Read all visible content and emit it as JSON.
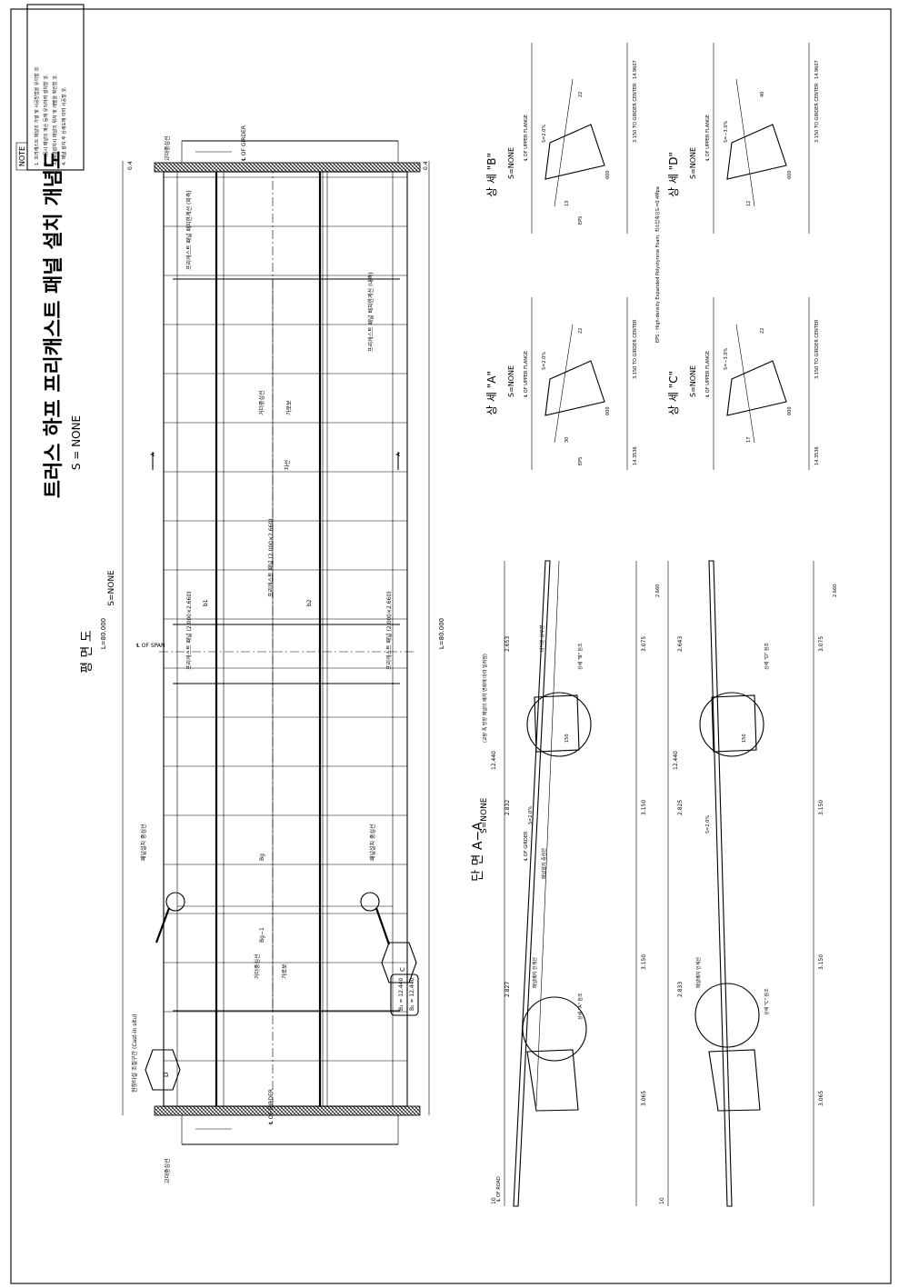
{
  "title": "트러스 하프 프리캐스트 패널 설치 개념도",
  "title_scale": "S = NONE",
  "note": {
    "heading": "NOTE",
    "items": [
      "1. 프리캐스트 패널의 가설 및 시공방법을 유의할 것.",
      "2. 시공시 패널의 파손 등에 유의하여 설치할 것.",
      "3. 패널설치시 패널의 위치 및 레벨을 확인할 것.",
      "4. 패널 설치 후 상세도에 따라 시공할 것."
    ]
  },
  "plan": {
    "title": "평 면 도",
    "scale": "S=NONE",
    "total_length_top": "L=80.000",
    "total_length_bottom": "L=80.000",
    "end_dim_left": "0.4",
    "end_dim_right": "0.4",
    "label_abutment_left": "교대중심선",
    "label_abutment_right": "교대중심선",
    "label_girder_left": "℄ OF GIRDER",
    "label_girder_right": "℄ OF GIRDER",
    "label_span": "℄ OF SPAN",
    "label_section_a": "A",
    "label_panel_a": "프리캐스트 패널 (2.000×2.660)",
    "label_panel_b": "프리캐스트 패널 (2.000×2.660)",
    "label_panel_upper": "프리캐스트 패널 (2.000×2.660)",
    "label_panel_line_1": "프리캐스트 패널 배치한계선 (외측)",
    "label_panel_line_2": "프리캐스트 패널 배치한계선 (내측)",
    "label_girder_center": "거더중심선",
    "label_beam_center": "가로보",
    "label_lane": "차선",
    "label_panel_center_1": "패널설치 중심선",
    "label_panel_center_2": "패널설치 중심선",
    "label_girder_center_2": "거더중심선",
    "label_cross_beam": "가로보",
    "label_cast_in_situ": "현장타설 조절구간 (Cast-in situ)",
    "label_detail_c": "C",
    "label_detail_d": "D",
    "label_bg1": "Bg−1",
    "label_bg2": "Bg",
    "label_b1": "b1",
    "label_b2": "b2",
    "box_line1": "B₁ = 12.440",
    "box_line2": "B₂ = 12.440"
  },
  "section": {
    "title": "단 면 A−A",
    "scale": "S=NONE",
    "sub_note": "(교량 폭 방향 패널의 배치 변화에 따라 달라짐)",
    "width": "12.440",
    "width_2": "12.440",
    "label_cl_road": "℄ OF ROAD",
    "label_cl_girder": "℄ OF GIRDER",
    "slope_1": "S=2.0%",
    "slope_2": "S=2.0%",
    "label_detail_a": "상세 \"A\" 참조",
    "label_detail_b": "상세 \"B\" 참조",
    "label_detail_c": "상세 \"C\" 참조",
    "label_detail_d": "상세 \"D\" 참조",
    "label_panel_limit": "패널배치 한계선",
    "label_panel_limit_2": "패널배치 한계선",
    "label_panel_center": "패널설치 중심선",
    "label_deck_top": "바닥판 상부면",
    "dims_upper": [
      "2.827",
      "2.832",
      "2.653"
    ],
    "dims_lower": [
      "3.065",
      "3.150",
      "3.150",
      "3.075"
    ],
    "dims_upper_2": [
      "2.833",
      "2.825",
      "2.643"
    ],
    "dims_lower_2": [
      "3.065",
      "3.150",
      "3.150",
      "3.075"
    ],
    "end_dim": "10",
    "end_dim_2": "10",
    "small_dim": "150",
    "small_dim_2": "150",
    "side_dim": "2.660",
    "side_dim_2": "2.660"
  },
  "details": [
    {
      "title": "상 세 \"A\"",
      "scale": "S=NONE",
      "slope": "S=2.0%",
      "flange": "℄ OF UPPER FLANGE",
      "dist": "3.150 TO GIRDER CENTER",
      "len": "600",
      "elev": "14.3536",
      "tag": "EPS",
      "n1": "30",
      "n2": "22"
    },
    {
      "title": "상 세 \"B\"",
      "scale": "S=NONE",
      "slope": "S=2.0%",
      "flange": "℄ OF UPPER FLANGE",
      "dist": "3.150 TO GIRDER CENTER",
      "len": "600",
      "elev": "14.9607",
      "tag": "EPS",
      "n1": "13",
      "n2": "22"
    },
    {
      "title": "상 세 \"C\"",
      "scale": "S=NONE",
      "slope": "S=−3.0%",
      "flange": "℄ OF UPPER FLANGE",
      "dist": "3.150 TO GIRDER CENTER",
      "len": "600",
      "elev": "14.3536",
      "tag": "",
      "n1": "17",
      "n2": "22"
    },
    {
      "title": "상 세 \"D\"",
      "scale": "S=NONE",
      "slope": "S=−3.0%",
      "flange": "℄ OF UPPER FLANGE",
      "dist": "3.150 TO GIRDER CENTER",
      "len": "600",
      "elev": "14.9607",
      "tag": "",
      "n1": "12",
      "n2": "40"
    }
  ],
  "eps_note": "EPS : High-density Expanded Polystyrene Foam, 최소압축강도=0.4Mpa"
}
